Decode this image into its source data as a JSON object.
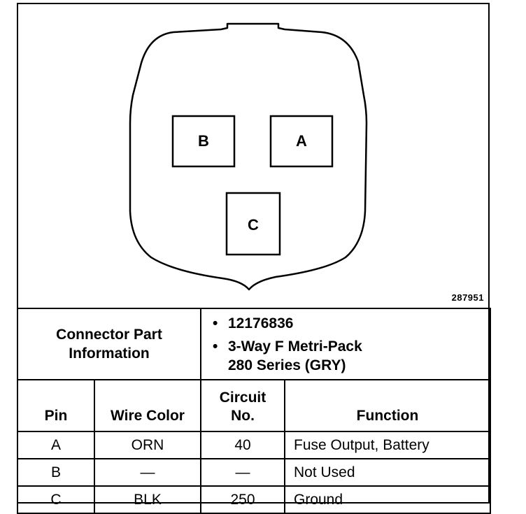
{
  "figure_id": "287951",
  "connector_pins": {
    "a": "A",
    "b": "B",
    "c": "C"
  },
  "connector_info": {
    "label_line1": "Connector Part",
    "label_line2": "Information",
    "part_number": "12176836",
    "description_line1": "3-Way F Metri-Pack",
    "description_line2": "280 Series (GRY)",
    "bullet": "•"
  },
  "table": {
    "headers": {
      "pin": "Pin",
      "wire_color": "Wire Color",
      "circuit_line1": "Circuit",
      "circuit_line2": "No.",
      "function": "Function"
    },
    "rows": [
      {
        "pin": "A",
        "wire_color": "ORN",
        "circuit": "40",
        "function": "Fuse Output, Battery"
      },
      {
        "pin": "B",
        "wire_color": "—",
        "circuit": "—",
        "function": "Not Used"
      },
      {
        "pin": "C",
        "wire_color": "BLK",
        "circuit": "250",
        "function": "Ground"
      }
    ]
  }
}
